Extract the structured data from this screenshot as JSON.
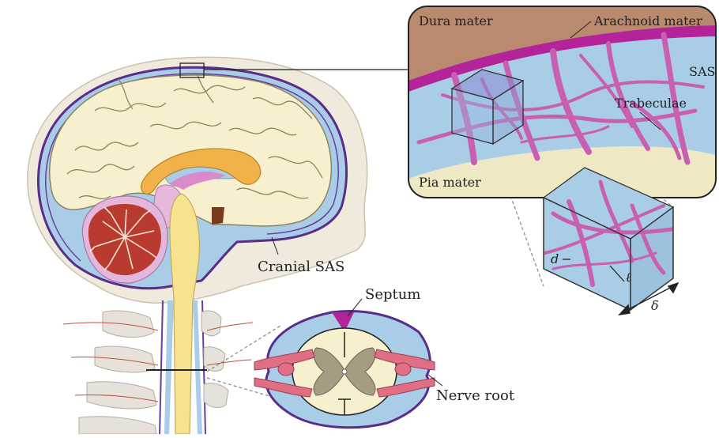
{
  "labels": {
    "dura_mater": "Dura mater",
    "arachnoid_mater": "Arachnoid mater",
    "sas": "SAS",
    "trabeculae": "Trabeculae",
    "pia_mater": "Pia mater",
    "cranial_sas": "Cranial SAS",
    "septum": "Septum",
    "nerve_root": "Nerve root",
    "d": "d",
    "ell": "ℓ",
    "delta": "δ"
  },
  "colors": {
    "dura": "#b98a6e",
    "arachnoid": "#b5239a",
    "trabecula": "#c85fb0",
    "csf": "#a9cde6",
    "pia": "#efe8c4",
    "brain": "#f6f0cf",
    "skull": "#efeadc",
    "cerebellum": "#b93a2e",
    "corpus_callosum": "#f2b24a",
    "brainstem": "#f6e28f",
    "nerve": "#e06f86",
    "bone": "#e6e1da"
  }
}
